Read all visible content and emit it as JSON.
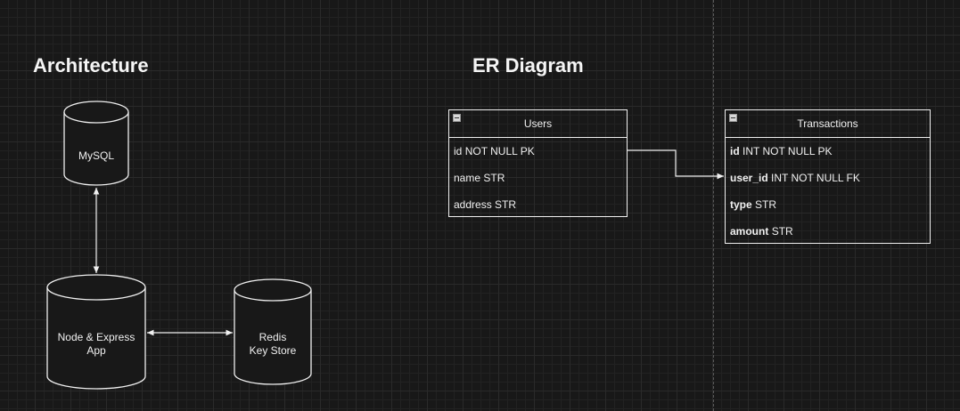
{
  "architecture": {
    "title": "Architecture",
    "nodes": {
      "mysql": {
        "label": "MySQL"
      },
      "app": {
        "label": "Node & Express\nApp"
      },
      "redis": {
        "label": "Redis\nKey Store"
      }
    }
  },
  "er": {
    "title": "ER Diagram",
    "users": {
      "name": "Users",
      "fields": [
        {
          "name": "id",
          "type": "NOT NULL PK",
          "bold": false
        },
        {
          "name": "name",
          "type": "STR",
          "bold": false
        },
        {
          "name": "address",
          "type": "STR",
          "bold": false
        }
      ]
    },
    "transactions": {
      "name": "Transactions",
      "fields": [
        {
          "name": "id",
          "type": "INT NOT NULL PK",
          "bold": true
        },
        {
          "name": "user_id",
          "type": "INT NOT NULL FK",
          "bold": true
        },
        {
          "name": "type",
          "type": "STR",
          "bold": true
        },
        {
          "name": "amount",
          "type": "STR",
          "bold": true
        }
      ]
    }
  },
  "colors": {
    "stroke": "#f0f0f0",
    "background": "#181818",
    "grid": "#2a2a2a"
  }
}
